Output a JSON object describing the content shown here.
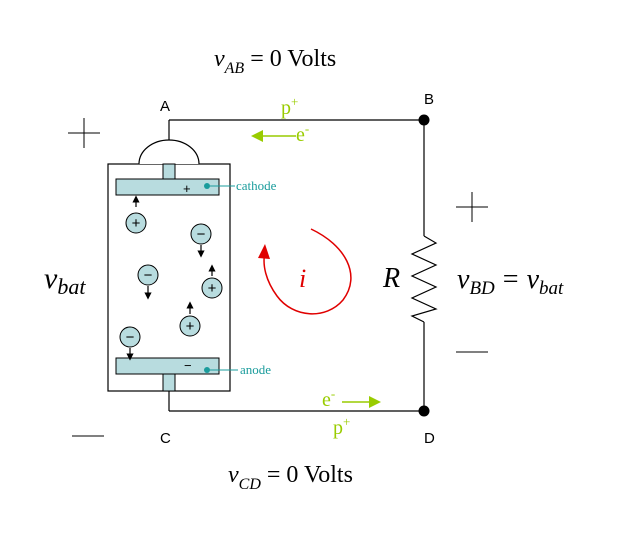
{
  "top_equation": {
    "v": "v",
    "sub": "AB",
    "rest": "= 0 Volts"
  },
  "bottom_equation": {
    "v": "v",
    "sub": "CD",
    "rest": "= 0 Volts"
  },
  "right_equation": {
    "v": "v",
    "sub": "BD",
    "eq": "=",
    "v2": "v",
    "sub2": "bat"
  },
  "left_label": {
    "v": "v",
    "sub": "bat"
  },
  "nodes": {
    "a": "A",
    "b": "B",
    "c": "C",
    "d": "D"
  },
  "resistor_label": "R",
  "current_label": "i",
  "top_wire": {
    "carrier": "p",
    "carrier_sup": "+",
    "electron": "e",
    "electron_sup": "-"
  },
  "bottom_wire": {
    "carrier": "p",
    "carrier_sup": "+",
    "electron": "e",
    "electron_sup": "-"
  },
  "plates": {
    "cathode": "cathode",
    "anode": "anode",
    "plus": "+",
    "minus": "−"
  },
  "ions": {
    "plus": "+",
    "minus": "−"
  },
  "signs": {
    "plus": "+",
    "minus": "—"
  },
  "colors": {
    "wire": "#000000",
    "green": "#99cc00",
    "ion_fill": "#b8dcdf",
    "teal": "#1a9c9c",
    "current_loop": "#e00000"
  }
}
